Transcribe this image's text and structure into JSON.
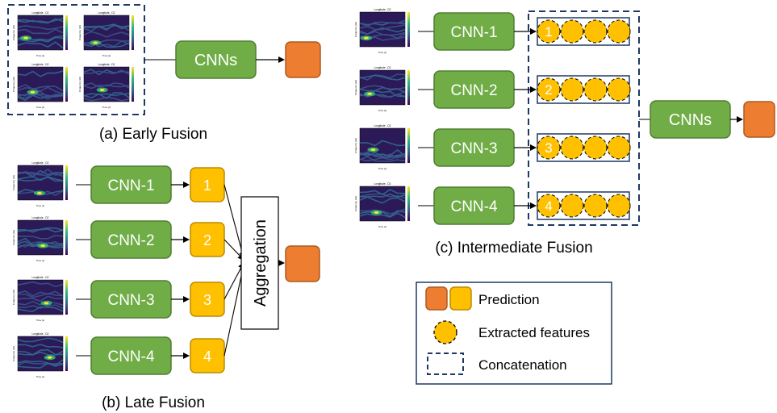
{
  "spectrogram_title": "Longitude - D2",
  "spectrogram_ylabel": "Frequency (Hz)",
  "spectrogram_xlabel": "Time (s)",
  "captions": {
    "early": "(a) Early Fusion",
    "late": "(b) Late Fusion",
    "intermediate": "(c) Intermediate Fusion"
  },
  "early": {
    "model": "CNNs"
  },
  "late": {
    "models": [
      "CNN-1",
      "CNN-2",
      "CNN-3",
      "CNN-4"
    ],
    "outputs": [
      "1",
      "2",
      "3",
      "4"
    ],
    "aggregation": "Aggregation"
  },
  "intermediate": {
    "models": [
      "CNN-1",
      "CNN-2",
      "CNN-3",
      "CNN-4"
    ],
    "feature_ids": [
      "1",
      "2",
      "3",
      "4"
    ],
    "final_model": "CNNs"
  },
  "legend": {
    "prediction": "Prediction",
    "features": "Extracted features",
    "concatenation": "Concatenation"
  },
  "colors": {
    "cnn_fill": "#70AD47",
    "cnn_stroke": "#507E32",
    "orange": "#ED7D31",
    "orange_stroke": "#AE5A21",
    "yellow": "#FFC000",
    "yellow_stroke": "#BC8C00",
    "navy": "#1F3864",
    "spec_bg": "#2b1a57"
  }
}
